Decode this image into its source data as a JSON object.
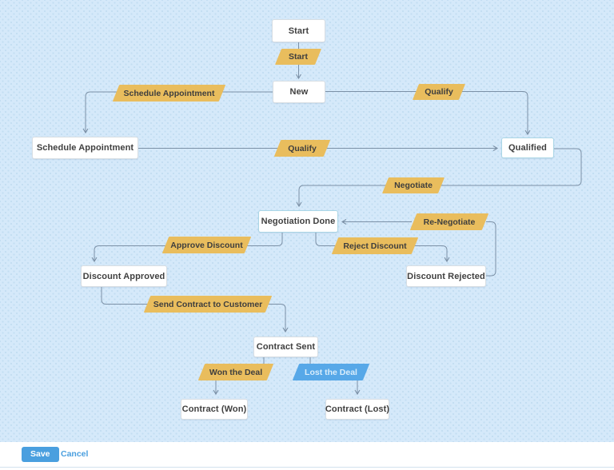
{
  "canvas": {
    "states": {
      "start": "Start",
      "new": "New",
      "schedule_appointment": "Schedule Appointment",
      "qualified": "Qualified",
      "negotiation_done": "Negotiation Done",
      "discount_approved": "Discount Approved",
      "discount_rejected": "Discount Rejected",
      "contract_sent": "Contract Sent",
      "contract_won": "Contract (Won)",
      "contract_lost": "Contract (Lost)"
    },
    "transitions": {
      "start": "Start",
      "schedule_appointment": "Schedule Appointment",
      "qualify_from_new": "Qualify",
      "qualify_mid": "Qualify",
      "negotiate": "Negotiate",
      "re_negotiate": "Re-Negotiate",
      "approve_discount": "Approve Discount",
      "reject_discount": "Reject Discount",
      "send_contract": "Send Contract to Customer",
      "won_the_deal": "Won the Deal",
      "lost_the_deal": "Lost the Deal"
    }
  },
  "footer": {
    "save_label": "Save",
    "cancel_label": "Cancel"
  },
  "colors": {
    "canvas_bg": "#d5e9fa",
    "canvas_dot": "#c3ddf2",
    "state_fill": "#ffffff",
    "state_border": "#d8dee3",
    "state_border_highlight": "#aad6e6",
    "transition_fill": "#e9bd5d",
    "transition_lost_fill": "#57a8e8",
    "transition_lost_text": "#d9edfb",
    "connector": "#7b90a6",
    "save_button_bg": "#4a9fdf",
    "cancel_link": "#4a9fdf"
  }
}
